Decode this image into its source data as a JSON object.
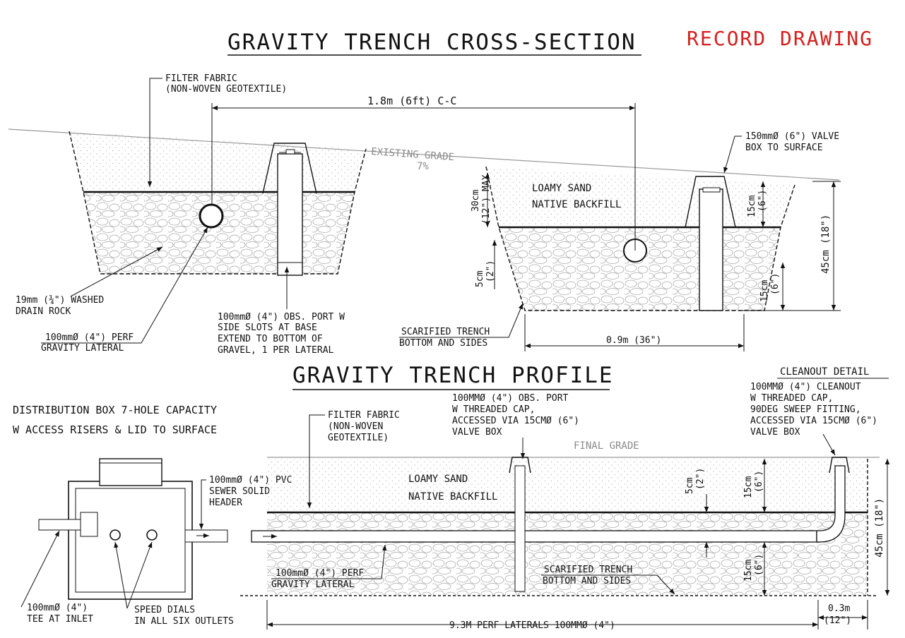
{
  "titles": {
    "cross_section": "GRAVITY TRENCH CROSS-SECTION",
    "record": "RECORD DRAWING",
    "profile": "GRAVITY TRENCH PROFILE",
    "cleanout_detail": "CLEANOUT DETAIL"
  },
  "cross_section": {
    "filter_fabric_1": "FILTER FABRIC",
    "filter_fabric_2": "(NON-WOVEN GEOTEXTILE)",
    "spacing": "1.8m (6ft) C-C",
    "existing_grade": "EXISTING GRADE",
    "slope": "7%",
    "valve_box_1": "150mmØ (6\") VALVE",
    "valve_box_2": "BOX TO SURFACE",
    "backfill_1": "LOAMY SAND",
    "backfill_2": "NATIVE BACKFILL",
    "dim_30cm": "30cm",
    "dim_12max": "(12\") MAX",
    "dim_5cm": "5cm",
    "dim_2in": "(2\")",
    "dim_15cm_a": "15cm",
    "dim_6in_a": "(6\")",
    "dim_15cm_b": "15cm",
    "dim_6in_b": "(6\")",
    "dim_45cm": "45cm (18\")",
    "drain_rock_1": "19mm (¾\") WASHED",
    "drain_rock_2": "DRAIN ROCK",
    "perf_1": "100mmØ (4\") PERF",
    "perf_2": "GRAVITY LATERAL",
    "obs_1": "100mmØ (4\") OBS. PORT W",
    "obs_2": "SIDE SLOTS AT BASE",
    "obs_3": "EXTEND TO BOTTOM OF",
    "obs_4": "GRAVEL, 1 PER LATERAL",
    "scarified_1": "SCARIFIED TRENCH",
    "scarified_2": "BOTTOM AND SIDES",
    "width": "0.9m (36\")"
  },
  "profile": {
    "dbox_1": "DISTRIBUTION BOX 7-HOLE CAPACITY",
    "dbox_2": "W ACCESS RISERS & LID TO SURFACE",
    "filter_1": "FILTER FABRIC",
    "filter_2": "(NON-WOVEN",
    "filter_3": "GEOTEXTILE)",
    "obs_1": "100MMØ (4\") OBS. PORT",
    "obs_2": "W THREADED CAP,",
    "obs_3": "ACCESSED VIA 15CMØ (6\")",
    "obs_4": "VALVE BOX",
    "cleanout_1": "100MMØ (4\") CLEANOUT",
    "cleanout_2": "W THREADED CAP,",
    "cleanout_3": "90DEG SWEEP FITTING,",
    "cleanout_4": "ACCESSED VIA 15CMØ (6\")",
    "cleanout_5": "VALVE BOX",
    "final_grade": "FINAL GRADE",
    "pvc_1": "100mmØ (4\") PVC",
    "pvc_2": "SEWER SOLID",
    "pvc_3": "HEADER",
    "backfill_1": "LOAMY SAND",
    "backfill_2": "NATIVE BACKFILL",
    "dim_5cm": "5cm",
    "dim_2in": "(2\")",
    "dim_15cm_a": "15cm",
    "dim_6in_a": "(6\")",
    "dim_15cm_b": "15cm",
    "dim_6in_b": "(6\")",
    "dim_45cm": "45cm (18\")",
    "perf_1": "100mmØ (4\") PERF",
    "perf_2": "GRAVITY LATERAL",
    "scarified_1": "SCARIFIED TRENCH",
    "scarified_2": "BOTTOM AND SIDES",
    "tee_1": "100mmØ (4\")",
    "tee_2": "TEE AT INLET",
    "dials_1": "SPEED DIALS",
    "dials_2": "IN ALL SIX OUTLETS",
    "length": "9.3M PERF LATERALS 100MMØ (4\")",
    "dim_03m": "0.3m",
    "dim_12in": "(12\")"
  },
  "colors": {
    "record": "#d42020",
    "ink": "#111111",
    "grade": "#999999"
  }
}
